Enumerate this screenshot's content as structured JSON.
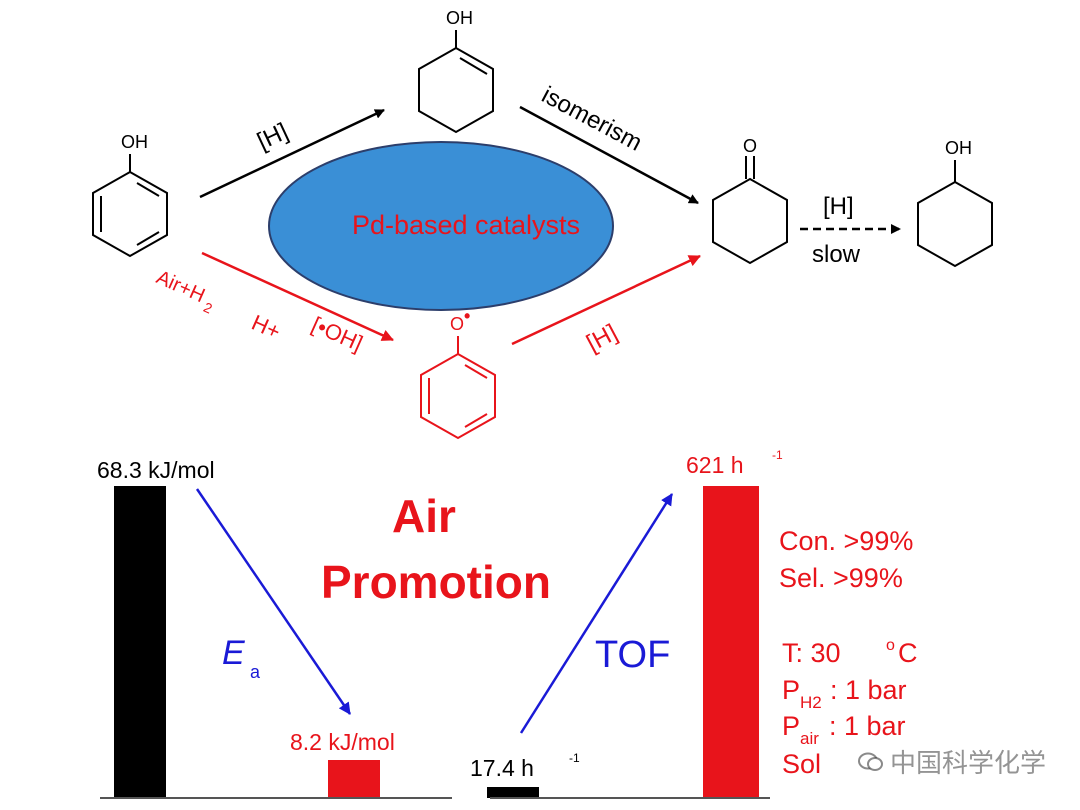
{
  "scheme": {
    "phenol_label": "OH",
    "enol_label": "OH",
    "cyclohexanone_label": "O",
    "cyclohexanol_label": "OH",
    "phenoxy_label": "O",
    "radical_dot": "•",
    "arrow_h_top": "[H]",
    "arrow_isomerism": "isomerism",
    "arrow_h_slow": "[H]",
    "arrow_slow": "slow",
    "arrow_h_red": "[H]",
    "catalyst": "Pd-based catalysts",
    "air_label": "Air+H",
    "air_sub": "2",
    "hplus_label": "H+",
    "oh_radical_label": "[•OH]"
  },
  "bars": {
    "ea_high_label": "68.3 kJ/mol",
    "ea_low_label": "8.2 kJ/mol",
    "tof_low_label": "17.4 h",
    "tof_high_label": "621 h",
    "tof_exp": "-1",
    "headline_line1": "Air",
    "headline_line2": "Promotion",
    "ea_symbol": "E",
    "ea_sub": "a",
    "tof_symbol": "TOF"
  },
  "conditions": {
    "con": "Con. >99%",
    "sel": "Sel. >99%",
    "temp_prefix": "T:  30 ",
    "temp_sup": "o",
    "temp_suffix": "C",
    "ph2_p": "P",
    "ph2_sub": "H2",
    "ph2_val": ": 1 bar",
    "pair_p": "P",
    "pair_sub": "air",
    "pair_val": ": 1 bar",
    "solvent": "Sol"
  },
  "watermark": "中国科学化学",
  "chart_data": {
    "type": "bar",
    "panels": [
      {
        "quantity": "Ea",
        "categories": [
          "",
          ""
        ],
        "values": [
          68.3,
          8.2
        ],
        "unit": "kJ/mol"
      },
      {
        "quantity": "TOF",
        "categories": [
          "",
          ""
        ],
        "values": [
          17.4,
          621
        ],
        "unit": "h-1"
      }
    ]
  },
  "colors": {
    "red": "#e8141b",
    "blue": "#1a1ad6",
    "ellipse_fill": "#3a8fd6",
    "ellipse_stroke": "#2c3e6b",
    "black": "#000000"
  }
}
